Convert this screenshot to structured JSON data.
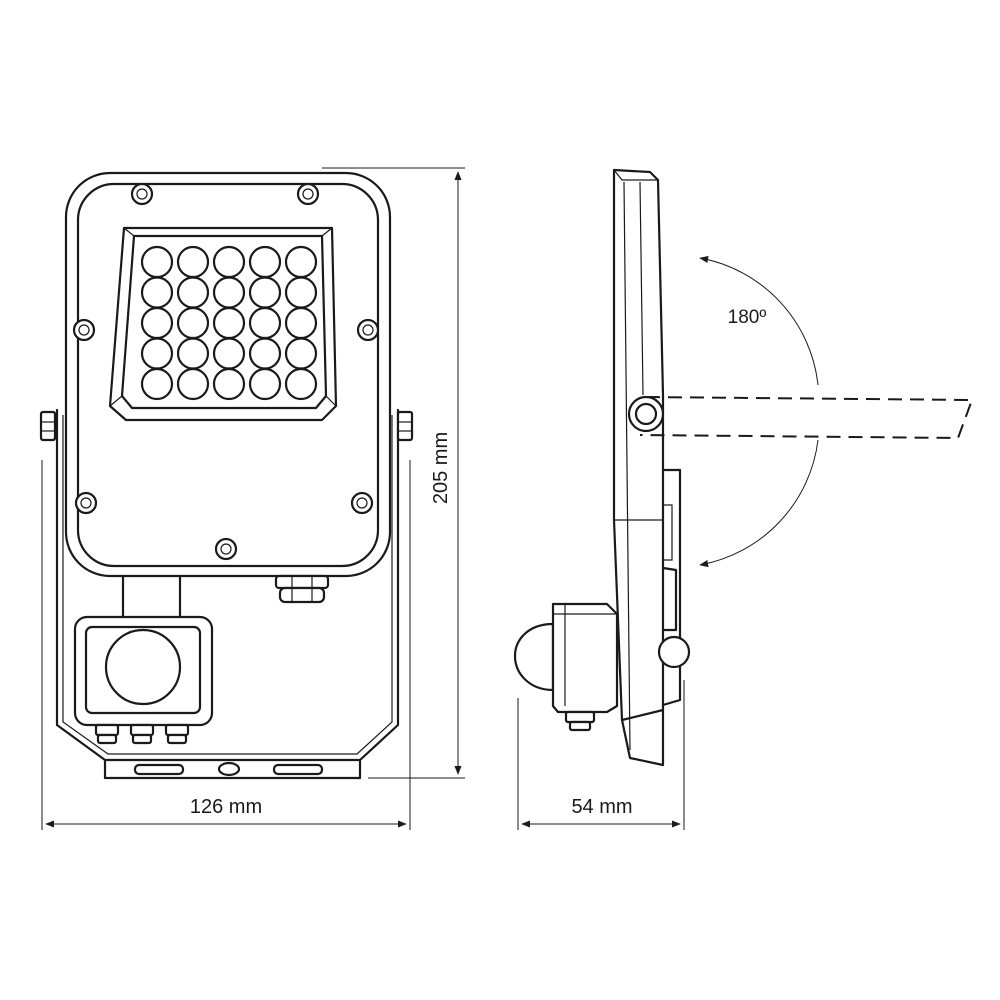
{
  "dimensions": {
    "width_label": "126 mm",
    "height_label": "205 mm",
    "depth_label": "54 mm",
    "angle_label": "180º"
  },
  "colors": {
    "line": "#1a1a1a",
    "background": "#ffffff"
  },
  "led_grid": {
    "rows": 5,
    "cols": 5
  }
}
